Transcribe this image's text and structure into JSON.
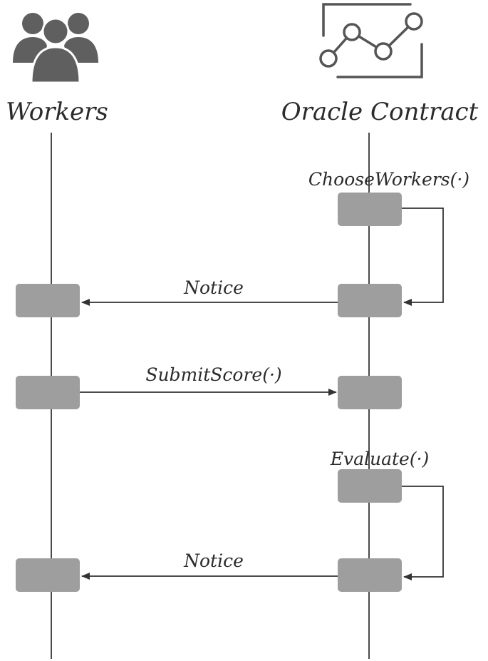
{
  "participants": {
    "workers": {
      "label": "Workers",
      "icon": "users-group-icon"
    },
    "oracle": {
      "label": "Oracle Contract",
      "icon": "line-chart-icon"
    }
  },
  "messages": {
    "choose_workers": "ChooseWorkers(·)",
    "notice_1": "Notice",
    "submit_score": "SubmitScore(·)",
    "evaluate": "Evaluate(·)",
    "notice_2": "Notice"
  },
  "colors": {
    "activation_box": "#9e9e9e",
    "icon": "#5f5f5f",
    "lines": "#333333"
  }
}
